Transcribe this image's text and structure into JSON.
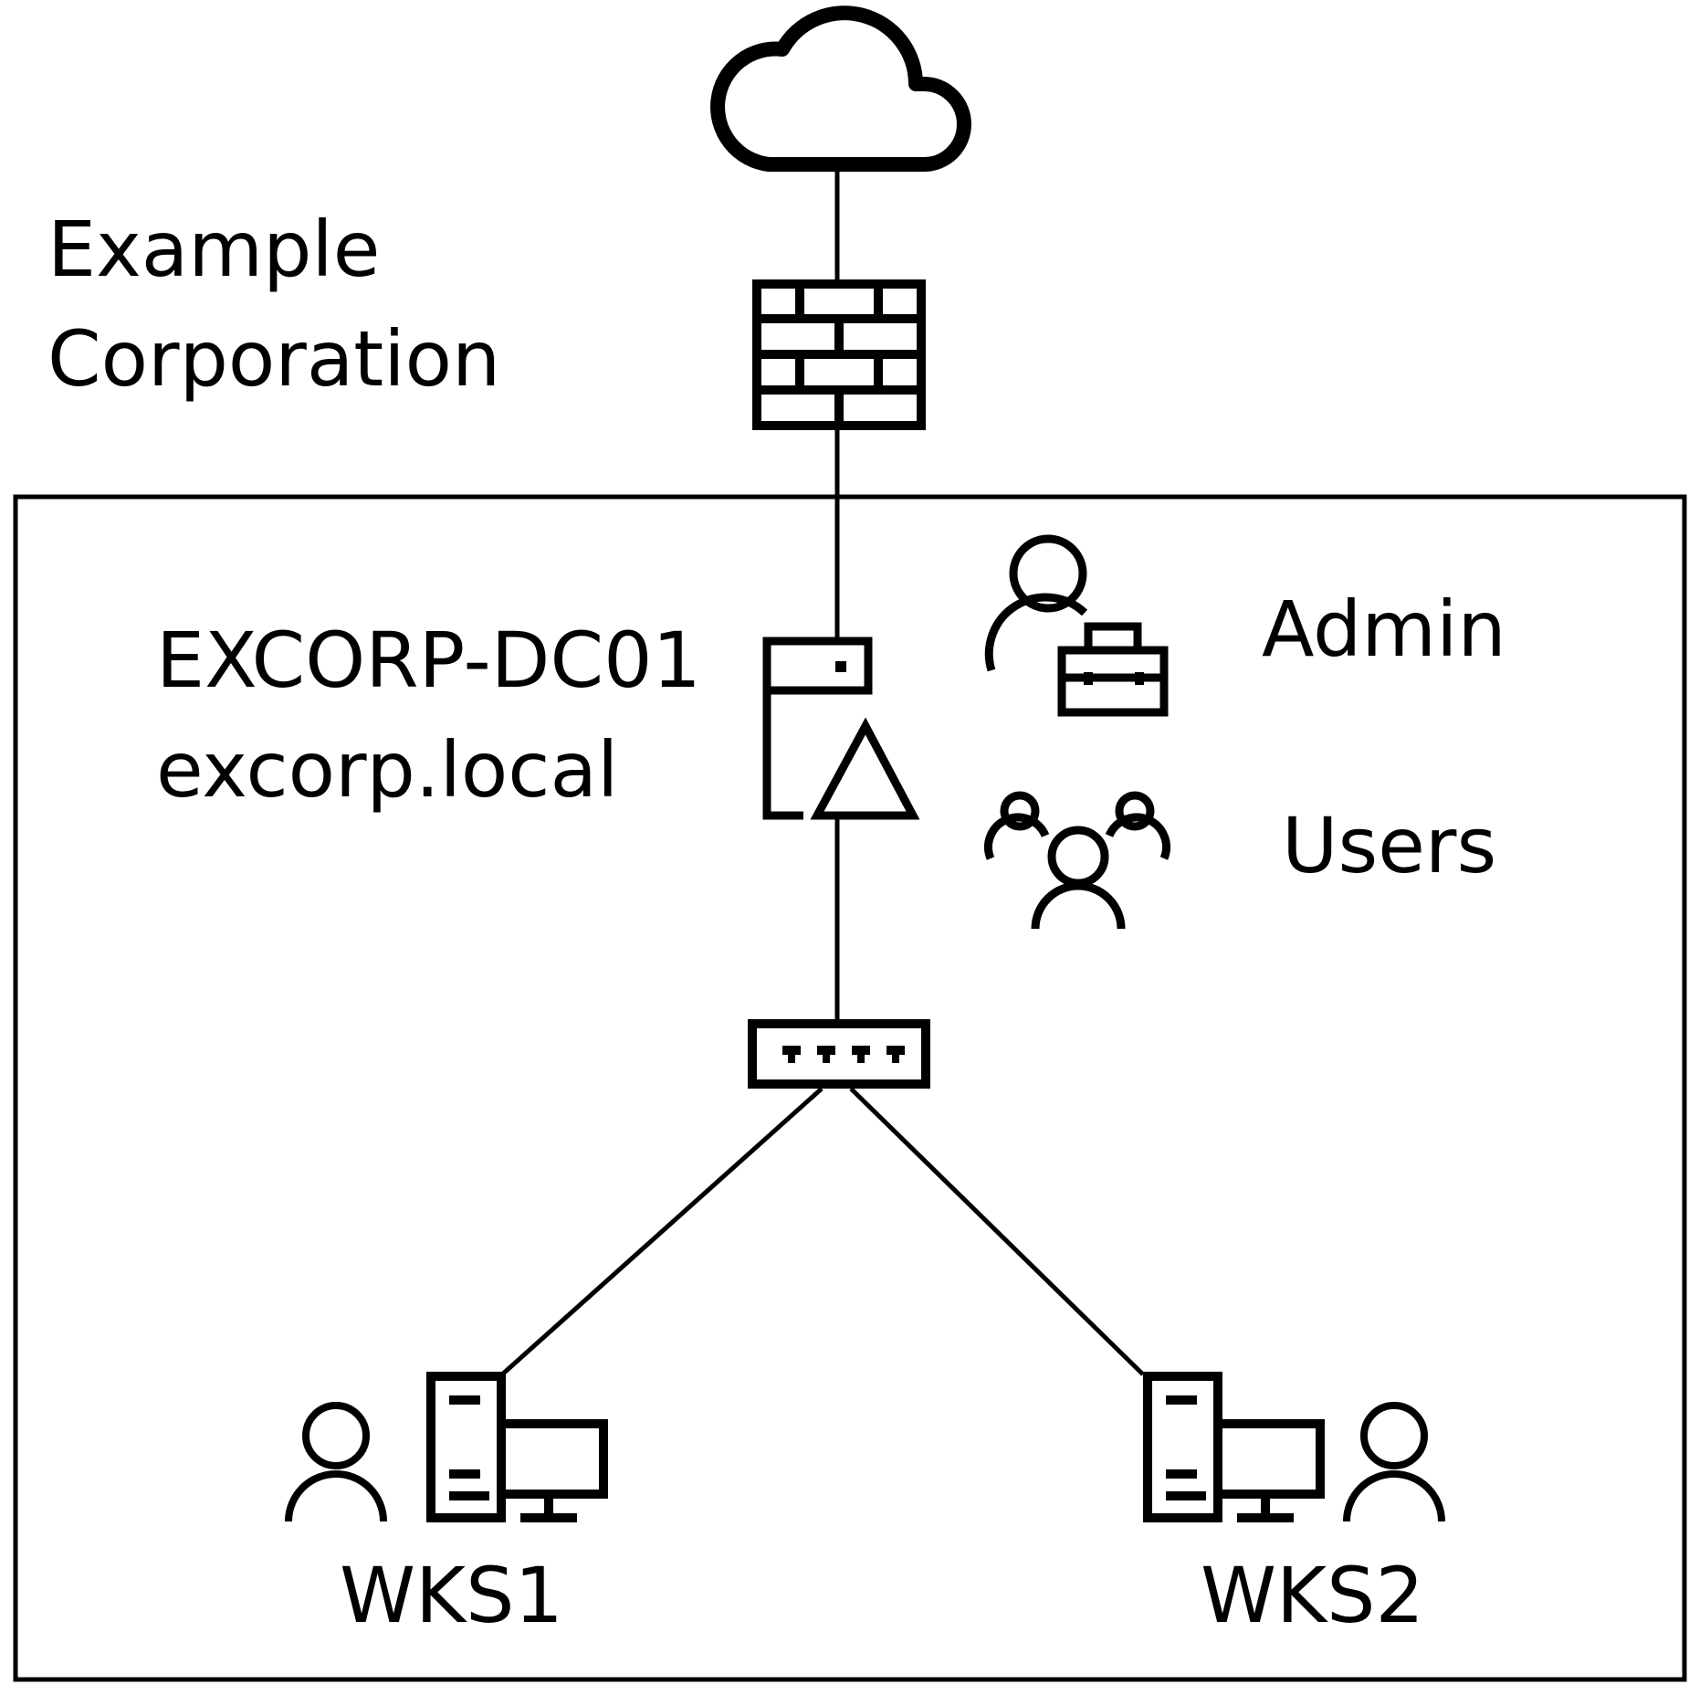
{
  "org": {
    "line1": "Example",
    "line2": "Corporation"
  },
  "dc": {
    "hostname": "EXCORP-DC01",
    "domain": "excorp.local"
  },
  "groups": {
    "admin": "Admin",
    "users": "Users"
  },
  "workstations": {
    "wks1": "WKS1",
    "wks2": "WKS2"
  },
  "icons": {
    "internet": "cloud-icon",
    "firewall": "firewall-icon",
    "domain_controller": "domain-controller-icon",
    "admin": "admin-user-icon",
    "users": "users-group-icon",
    "switch": "network-switch-icon",
    "workstation": "workstation-icon",
    "user": "user-icon"
  },
  "colors": {
    "stroke": "#000000",
    "background": "#ffffff"
  }
}
